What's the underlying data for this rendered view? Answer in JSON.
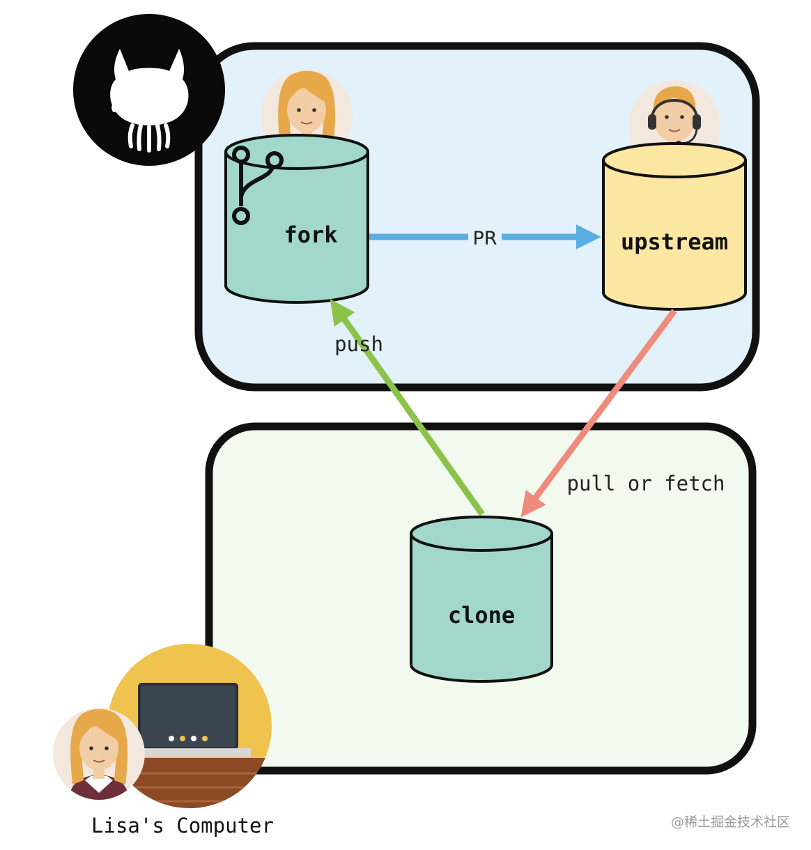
{
  "diagram": {
    "repos": {
      "fork": {
        "label": "fork"
      },
      "upstream": {
        "label": "upstream"
      },
      "clone": {
        "label": "clone"
      }
    },
    "edges": {
      "pr": {
        "label": "PR",
        "color": "#5aaee3"
      },
      "push": {
        "label": "push",
        "color": "#8bc34a"
      },
      "pull": {
        "label": "pull or fetch",
        "color": "#ee8b7c"
      }
    },
    "computer_label": "Lisa's Computer",
    "watermark": "@稀土掘金技术社区",
    "colors": {
      "github_region": "#e3f1fa",
      "local_region": "#f2f9ee",
      "fork_cylinder": "#a2d8cb",
      "upstream_cylinder": "#fbe7a2",
      "clone_cylinder": "#a2d8cb"
    },
    "icons": [
      "github-octocat-icon",
      "git-branch-icon",
      "lisa-avatar",
      "support-agent-avatar",
      "laptop-icon"
    ]
  }
}
